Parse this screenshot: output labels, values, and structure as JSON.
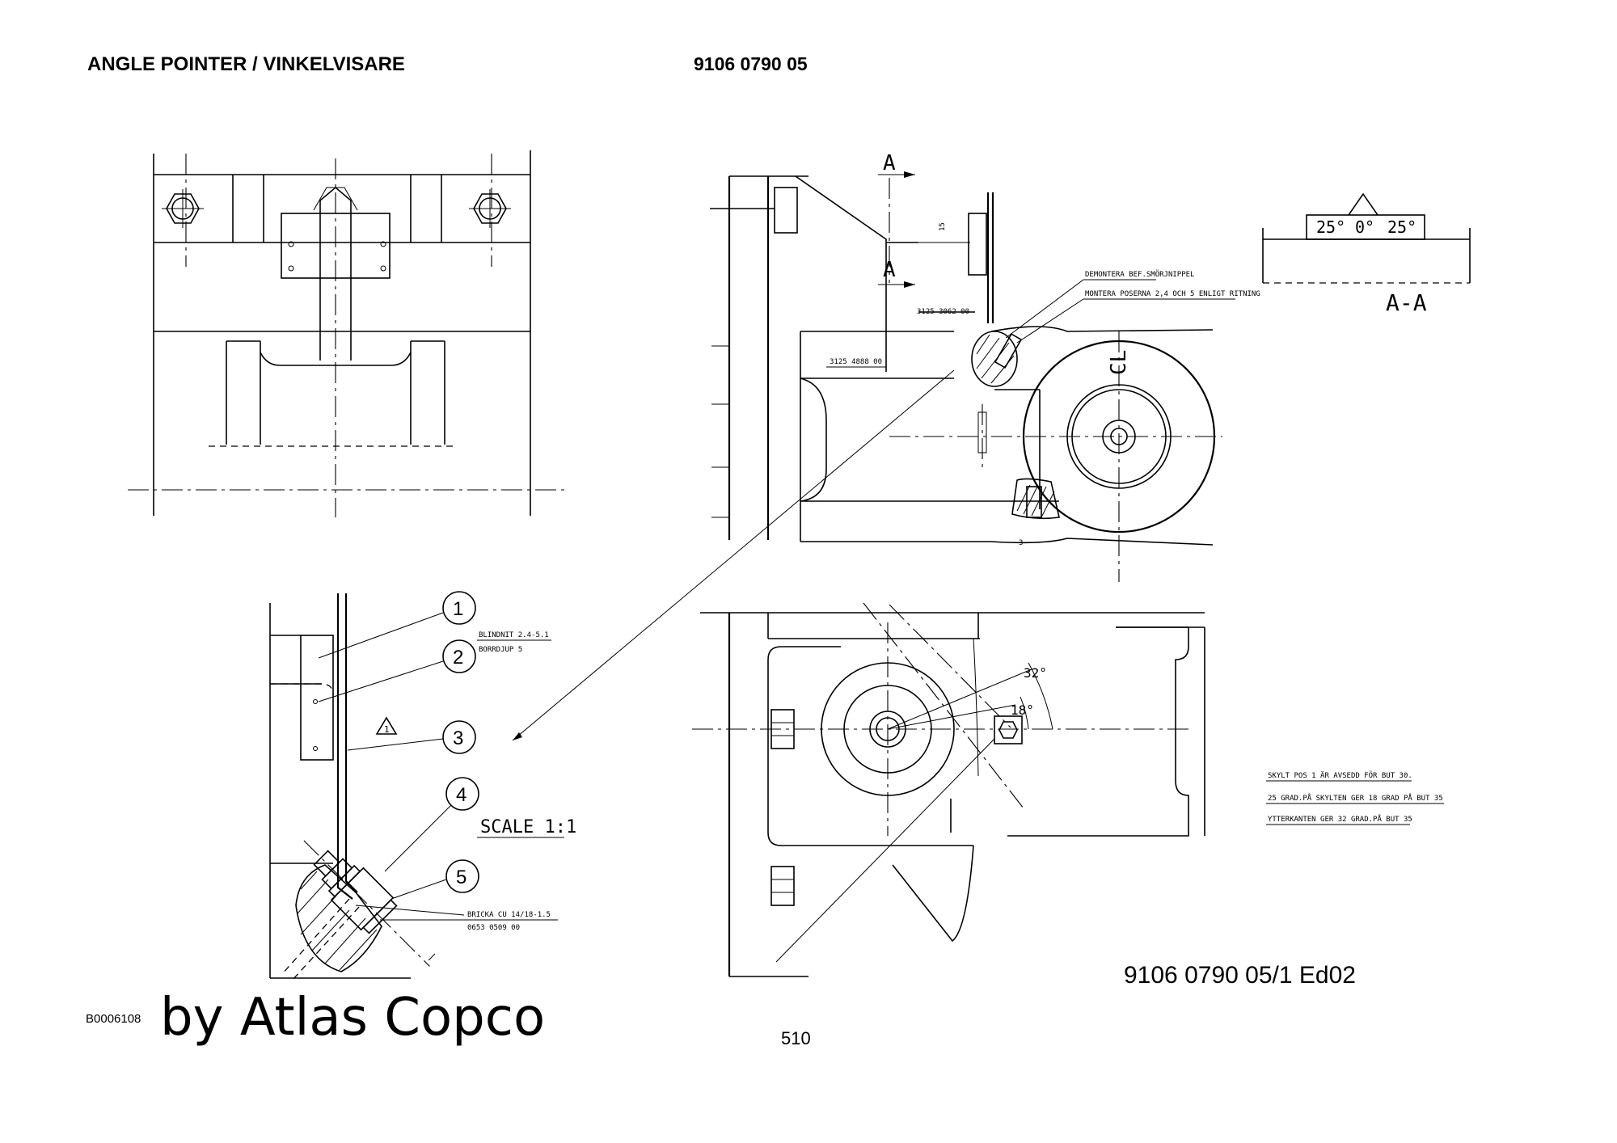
{
  "header": {
    "title": "ANGLE POINTER / VINKELVISARE",
    "part_number": "9106 0790 05"
  },
  "drawing": {
    "section_label": "A",
    "section_view_label": "A-A",
    "angle_scale": [
      "25°",
      "0°",
      "25°"
    ],
    "dim_15": "15",
    "part_3125_3062": "3125 3062 00",
    "part_3125_4888": "3125 4888 00",
    "note_demontera": "DEMONTERA BEF.SMÖRJNIPPEL",
    "note_montera": "MONTERA POSERNA 2,4 OCH 5 ENLIGT RITNING",
    "angle_32": "32°",
    "angle_18": "18°",
    "detail_3": "3",
    "callouts": [
      "1",
      "2",
      "3",
      "4",
      "5"
    ],
    "warning_symbol": "1",
    "note_blindnit": "BLINDNIT 2.4-5.1",
    "note_borrdjup": "BORRDJUP 5",
    "scale": "SCALE 1:1",
    "note_bricka": "BRICKA CU 14/18-1.5",
    "note_bricka_part": "0653 0509 00",
    "notes_right": [
      "SKYLT POS 1 ÄR AVSEDD FÖR BUT 30.",
      "25 GRAD.PÅ SKYLTEN GER 18 GRAD PÅ BUT 35",
      "YTTERKANTEN GER 32 GRAD.PÅ BUT 35"
    ]
  },
  "footer": {
    "doc_ref": "9106 0790 05/1  Ed02",
    "image_id": "B0006108",
    "brand": "by Atlas Copco",
    "page_number": "510"
  }
}
